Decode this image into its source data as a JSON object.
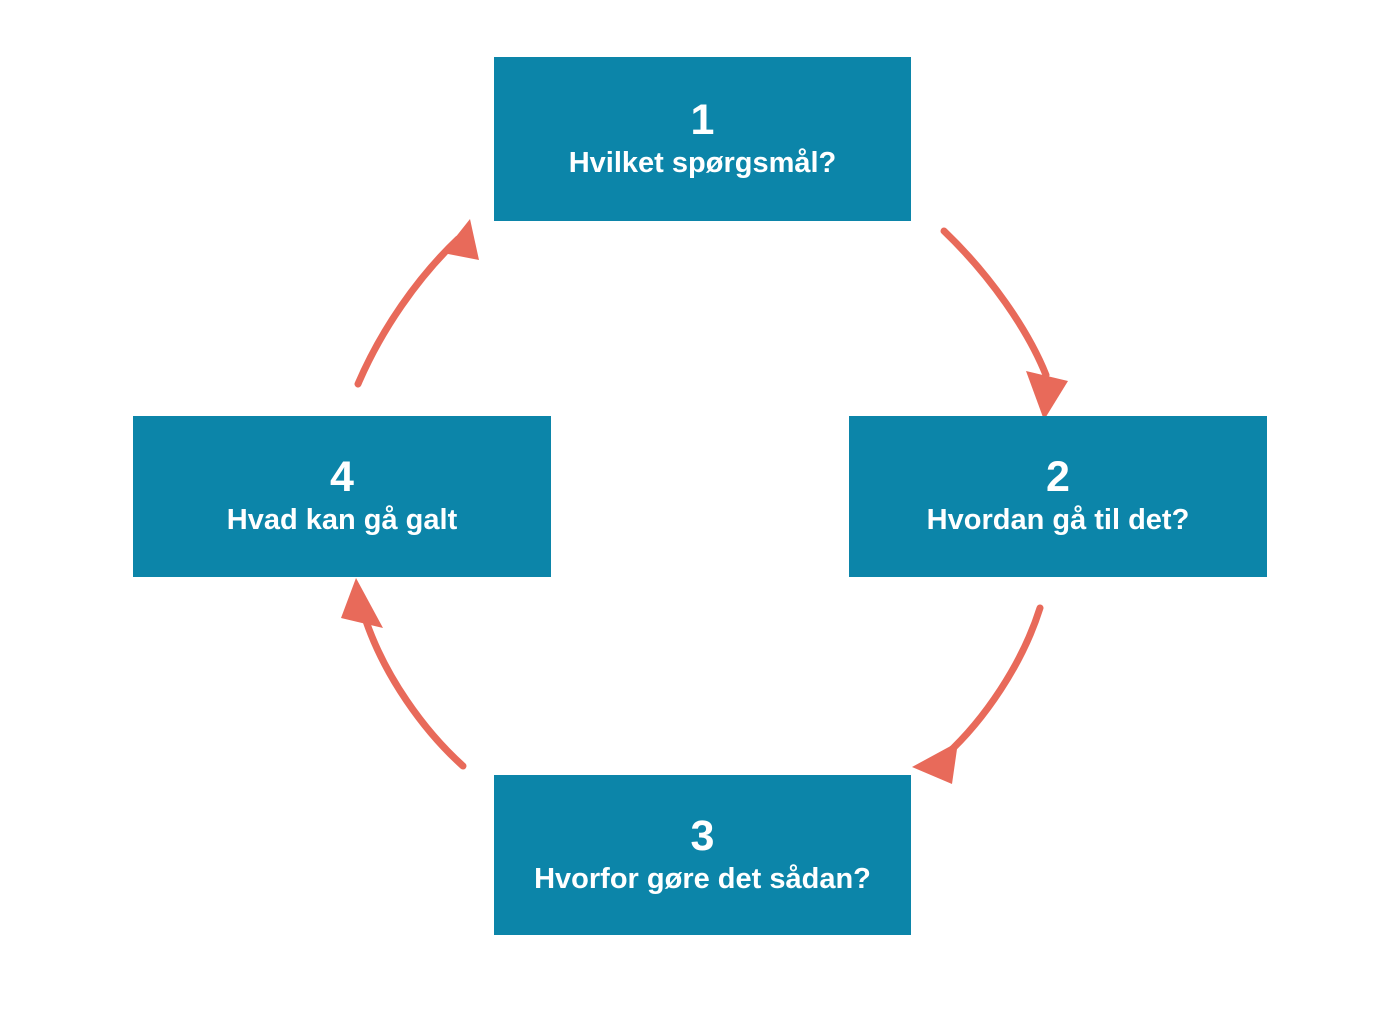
{
  "diagram": {
    "type": "cycle",
    "background_color": "#ffffff",
    "node_color": "#0c85a9",
    "node_text_color": "#ffffff",
    "arrow_color": "#e86a5a",
    "nodes": [
      {
        "number": "1",
        "label": "Hvilket spørgsmål?"
      },
      {
        "number": "2",
        "label": "Hvordan gå til det?"
      },
      {
        "number": "3",
        "label": "Hvorfor gøre det sådan?"
      },
      {
        "number": "4",
        "label": "Hvad kan gå galt"
      }
    ],
    "arrows": [
      {
        "from": "1",
        "to": "2",
        "direction": "clockwise"
      },
      {
        "from": "2",
        "to": "3",
        "direction": "clockwise"
      },
      {
        "from": "3",
        "to": "4",
        "direction": "clockwise"
      },
      {
        "from": "4",
        "to": "1",
        "direction": "clockwise"
      }
    ]
  }
}
